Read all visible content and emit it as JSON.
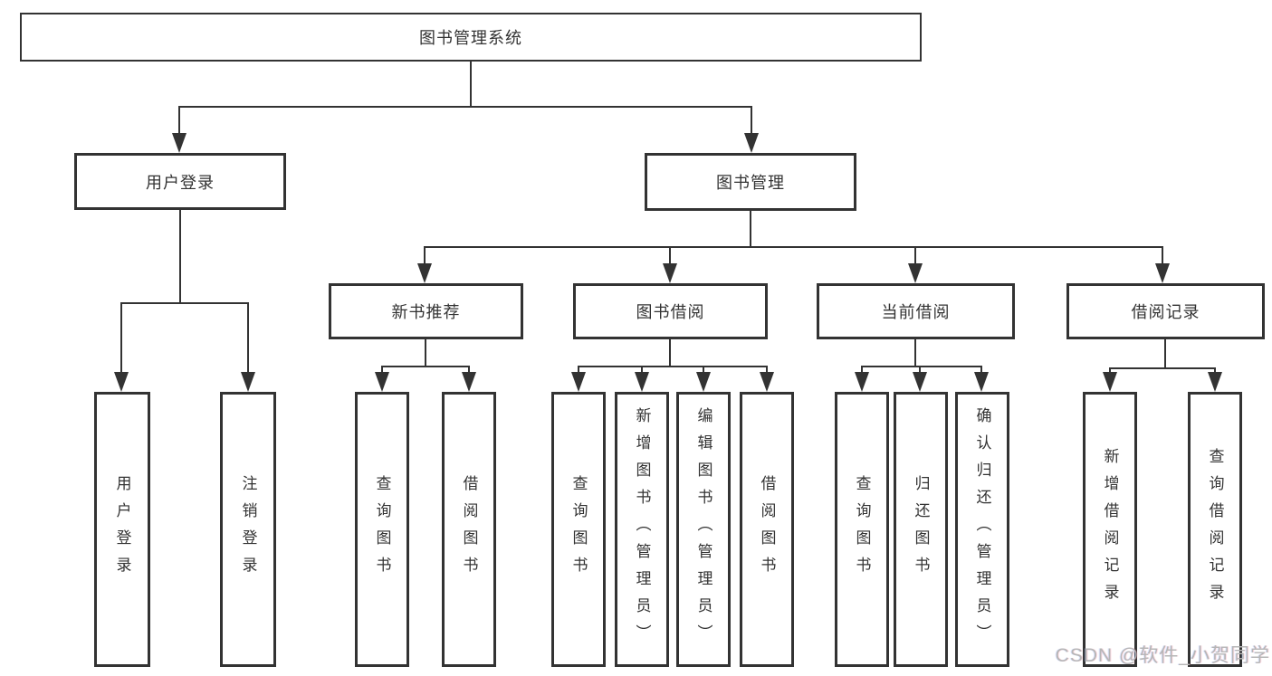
{
  "diagram": {
    "title": "图书管理系统",
    "root": {
      "label": "图书管理系统"
    },
    "level2": [
      {
        "id": "user-login",
        "label": "用户登录"
      },
      {
        "id": "book-management",
        "label": "图书管理"
      }
    ],
    "level3": [
      {
        "id": "new-book-recommend",
        "label": "新书推荐",
        "parent": "book-management"
      },
      {
        "id": "book-borrow",
        "label": "图书借阅",
        "parent": "book-management"
      },
      {
        "id": "current-borrow",
        "label": "当前借阅",
        "parent": "book-management"
      },
      {
        "id": "borrow-records",
        "label": "借阅记录",
        "parent": "book-management"
      }
    ],
    "level4": [
      {
        "group": "user-login",
        "label": "用户登录"
      },
      {
        "group": "user-login",
        "label": "注销登录"
      },
      {
        "group": "new-book-recommend",
        "label": "查询图书"
      },
      {
        "group": "new-book-recommend",
        "label": "借阅图书"
      },
      {
        "group": "book-borrow",
        "label": "查询图书"
      },
      {
        "group": "book-borrow",
        "label": "新增图书（管理员）"
      },
      {
        "group": "book-borrow",
        "label": "编辑图书（管理员）"
      },
      {
        "group": "book-borrow",
        "label": "借阅图书"
      },
      {
        "group": "current-borrow",
        "label": "查询图书"
      },
      {
        "group": "current-borrow",
        "label": "归还图书"
      },
      {
        "group": "current-borrow",
        "label": "确认归还（管理员）"
      },
      {
        "group": "borrow-records",
        "label": "新增借阅记录"
      },
      {
        "group": "borrow-records",
        "label": "查询借阅记录"
      }
    ],
    "watermark": "CSDN @软件_小贺同学",
    "colors": {
      "line": "#333333",
      "background": "#ffffff",
      "watermark": "#b6b6b6"
    }
  }
}
